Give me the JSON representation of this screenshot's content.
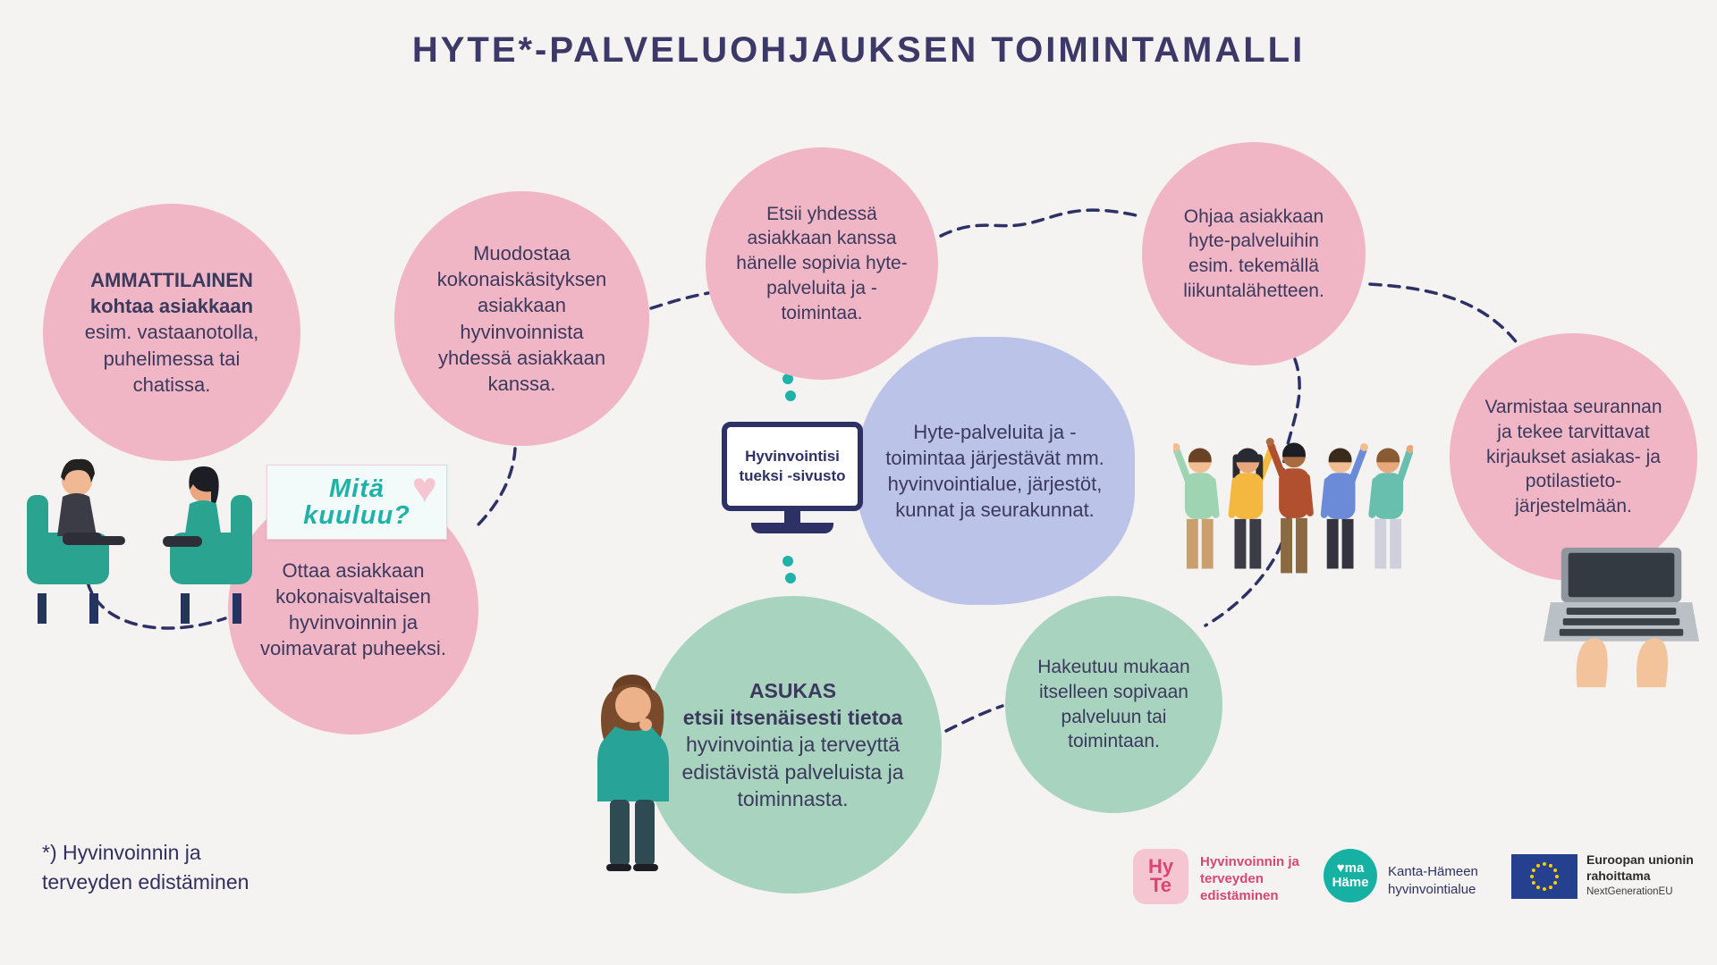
{
  "title": "HYTE*-PALVELUOHJAUKSEN TOIMINTAMALLI",
  "footnote": "*) Hyvinvoinnin ja\nterveyden edistäminen",
  "bubbles": {
    "professional": {
      "heading": "AMMATTILAINEN",
      "bold": "kohtaa asiakkaan",
      "rest": " esim. vastaanotolla, puhelimessa tai chatissa."
    },
    "overview": {
      "text": "Muodostaa kokonaiskäsityksen asiakkaan hyvinvoinnista yhdessä asiakkaan kanssa."
    },
    "search_together": {
      "text": "Etsii yhdessä asiakkaan kanssa hänelle sopivia hyte-palveluita ja -toimintaa."
    },
    "guide": {
      "text": "Ohjaa asiakkaan hyte-palveluihin esim. tekemällä liikuntalähetteen."
    },
    "followup": {
      "text": "Varmistaa seurannan ja tekee tarvittavat kirjaukset asiakas- ja potilastieto-järjestelmään."
    },
    "bring_up": {
      "text": "Ottaa asiakkaan kokonaisvaltaisen hyvinvoinnin ja voimavarat puheeksi."
    },
    "organizers": {
      "text": "Hyte-palveluita ja -toimintaa järjestävät mm. hyvinvointialue, järjestöt, kunnat ja seurakunnat."
    },
    "resident": {
      "heading": "ASUKAS",
      "bold": "etsii itsenäisesti tietoa",
      "rest": " hyvinvointia ja terveyttä edistävistä palveluista ja toiminnasta."
    },
    "join_service": {
      "text": "Hakeutuu mukaan itselleen sopivaan palveluun tai toimintaan."
    }
  },
  "monitor": {
    "label": "Hyvinvointisi tueksi -sivusto"
  },
  "speech_bubble": {
    "text": "Mitä kuuluu?",
    "heart": "♥"
  },
  "logos": {
    "hyte": {
      "mark_line1": "Hy",
      "mark_line2": "Te",
      "tagline": "Hyvinvoinnin ja terveyden edistäminen"
    },
    "omahame": {
      "mark_line1": "♥ma",
      "mark_line2": "Häme",
      "label": "Kanta-Hämeen hyvinvointialue"
    },
    "eu": {
      "line1": "Euroopan unionin rahoittama",
      "line2": "NextGenerationEU"
    }
  },
  "colors": {
    "background": "#f4f3f1",
    "pink_bubble": "#f0b6c6",
    "green_bubble": "#a8d4bf",
    "blue_bubble": "#bcc3e8",
    "navy": "#2d3166",
    "teal": "#1fb3a8",
    "text": "#3b395c",
    "logo_pink": "#d84577"
  }
}
